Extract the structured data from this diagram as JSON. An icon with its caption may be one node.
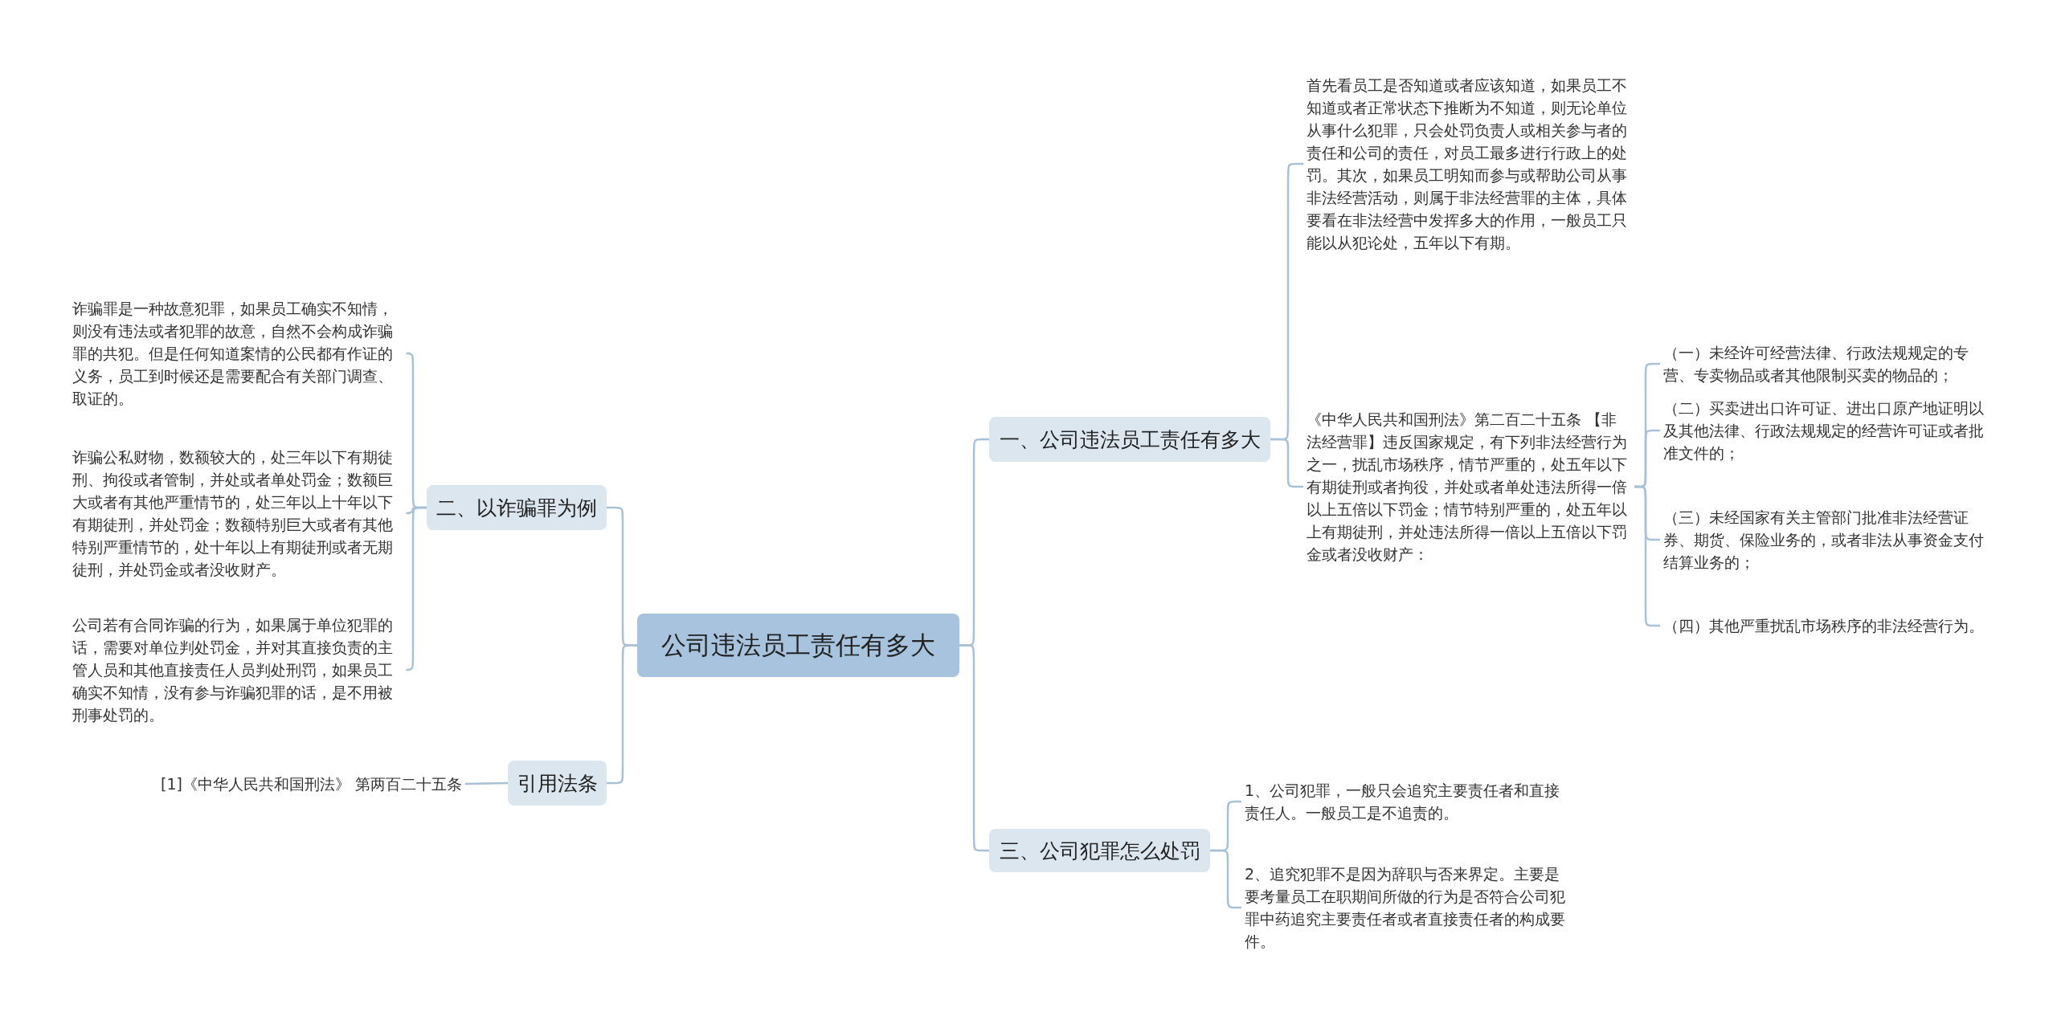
{
  "diagram": {
    "nodes": [
      {
        "text": [
          "公司违法员工责任有多大"
        ]
      },
      {
        "text": [
          "一、公司违法员工责任有多大"
        ]
      },
      {
        "text": [
          "首先看员工是否知道或者应该知道，如果员工不知道或者正常状态下推断为不知道，则无论单位从事什么犯罪，只会处罚负责人或相关参与者的责任和公司的责任，对员工最多进行行政上的处罚。其次，如果员工明知而参与或帮助公司从事非法经营活动，则属于非法经营罪的主体，具体要看在非法经营中发挥多大的作用，一般员工只能以从犯论处，五年以下有期。"
        ]
      },
      {
        "text": [
          "《中华人民共和国刑法》第二百二十五条 【非法经营罪】违反国家规定，有下列非法经营行为之一，扰乱市场秩序，情节严重的，处五年以下有期徒刑或者拘役，并处或者单处违法所得一倍以上五倍以下罚金；情节特别严重的，处五年以上有期徒刑，并处违法所得一倍以上五倍以下罚金或者没收财产："
        ]
      },
      {
        "text": [
          "（一）未经许可经营法律、行政法规规定的专营、专卖物品或者其他限制买卖的物品的；"
        ]
      },
      {
        "text": [
          "（二）买卖进出口许可证、进出口原产地证明以及其他法律、行政法规规定的经营许可证或者批准文件的；"
        ]
      },
      {
        "text": [
          "（三）未经国家有关主管部门批准非法经营证券、期货、保险业务的，或者非法从事资金支付结算业务的；"
        ]
      },
      {
        "text": [
          "（四）其他严重扰乱市场秩序的非法经营行为。"
        ]
      },
      {
        "text": [
          "三、公司犯罪怎么处罚"
        ]
      },
      {
        "text": [
          "1、公司犯罪，一般只会追究主要责任者和直接责任人。一般员工是不追责的。"
        ]
      },
      {
        "text": [
          "2、追究犯罪不是因为辞职与否来界定。主要是要考量员工在职期间所做的行为是否符合公司犯罪中药追究主要责任者或者直接责任者的构成要件。"
        ]
      },
      {
        "text": [
          "二、以诈骗罪为例"
        ]
      },
      {
        "text": [
          "诈骗罪是一种故意犯罪，如果员工确实不知情，则没有违法或者犯罪的故意，自然不会构成诈骗罪的共犯。但是任何知道案情的公民都有作证的义务，员工到时候还是需要配合有关部门调查、取证的。"
        ]
      },
      {
        "text": [
          "诈骗公私财物，数额较大的，处三年以下有期徒刑、拘役或者管制，并处或者单处罚金；数额巨大或者有其他严重情节的，处三年以上十年以下有期徒刑，并处罚金；数额特别巨大或者有其他特别严重情节的，处十年以上有期徒刑或者无期徒刑，并处罚金或者没收财产。"
        ]
      },
      {
        "text": [
          "公司若有合同诈骗的行为，如果属于单位犯罪的话，需要对单位判处罚金，并对其直接负责的主管人员和其他直接责任人员判处刑罚，如果员工确实不知情，没有参与诈骗犯罪的话，是不用被刑事处罚的。"
        ]
      },
      {
        "text": [
          "引用法条"
        ]
      },
      {
        "text": [
          "[1]《中华人民共和国刑法》 第两百二十五条"
        ]
      }
    ],
    "edges": [
      {
        "from": 0,
        "to": 1,
        "arrow": "none"
      },
      {
        "from": 1,
        "to": 2,
        "arrow": "none"
      },
      {
        "from": 1,
        "to": 3,
        "arrow": "none"
      },
      {
        "from": 3,
        "to": 4,
        "arrow": "none"
      },
      {
        "from": 3,
        "to": 5,
        "arrow": "none"
      },
      {
        "from": 3,
        "to": 6,
        "arrow": "none"
      },
      {
        "from": 3,
        "to": 7,
        "arrow": "none"
      },
      {
        "from": 0,
        "to": 8,
        "arrow": "none"
      },
      {
        "from": 8,
        "to": 9,
        "arrow": "none"
      },
      {
        "from": 8,
        "to": 10,
        "arrow": "none"
      },
      {
        "from": 0,
        "to": 11,
        "arrow": "none"
      },
      {
        "from": 11,
        "to": 12,
        "arrow": "none"
      },
      {
        "from": 11,
        "to": 13,
        "arrow": "none"
      },
      {
        "from": 11,
        "to": 14,
        "arrow": "none"
      },
      {
        "from": 0,
        "to": 15,
        "arrow": "none"
      },
      {
        "from": 15,
        "to": 16,
        "arrow": "none"
      }
    ]
  }
}
